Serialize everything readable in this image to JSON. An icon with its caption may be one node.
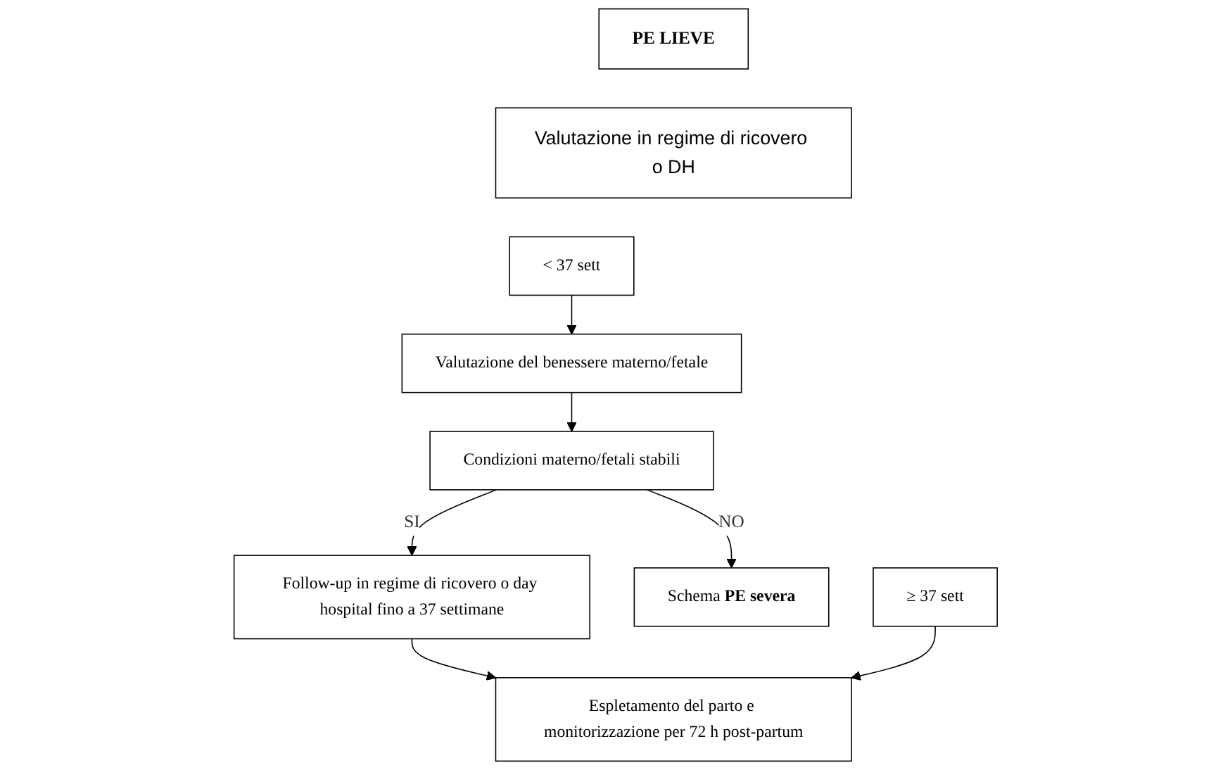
{
  "diagram": {
    "nodes": [
      {
        "text": [
          "PE LIEVE"
        ]
      },
      {
        "text": [
          "Valutazione in regime di ricovero o DH"
        ]
      },
      {
        "text": [
          "< 37 sett"
        ]
      },
      {
        "text": [
          "≥ 37 sett"
        ]
      },
      {
        "text": [
          "Valutazione del benessere materno/fetale"
        ]
      },
      {
        "text": [
          "Espletamento del parto e monitorizzazione per 72 h post-partum"
        ]
      },
      {
        "text": [
          "Condizioni materno/fetali stabili"
        ]
      },
      {
        "text": [
          "Follow-up in regime di ricovero o day hospital fino a 37 settimane"
        ]
      },
      {
        "text": [
          "Schema **PE severa**"
        ]
      }
    ],
    "edges": [
      {
        "from": 2,
        "to": 4,
        "arrow": "to"
      },
      {
        "from": 4,
        "to": 6,
        "arrow": "to"
      },
      {
        "from": 6,
        "to": 7,
        "arrow": "to",
        "label": "SI"
      },
      {
        "from": 7,
        "to": 5,
        "arrow": "to"
      },
      {
        "from": 6,
        "to": 8,
        "arrow": "to",
        "label": "NO"
      },
      {
        "from": 3,
        "to": 5,
        "arrow": "to"
      }
    ]
  }
}
